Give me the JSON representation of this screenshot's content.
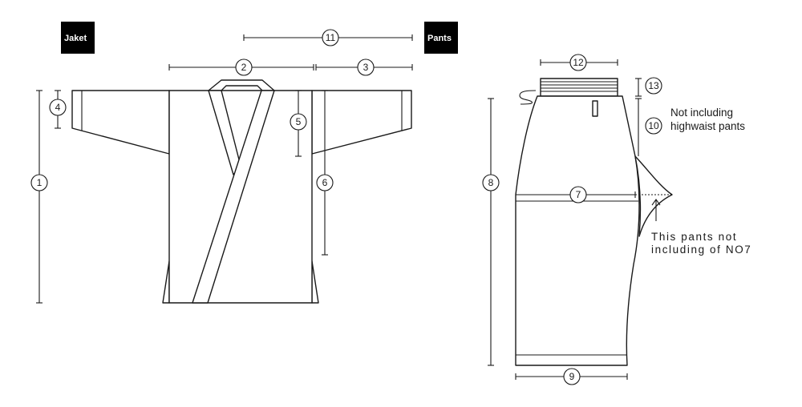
{
  "labels": {
    "jacket": "Jaket",
    "pants": "Pants"
  },
  "measurements": [
    "1",
    "2",
    "3",
    "4",
    "5",
    "6",
    "7",
    "8",
    "9",
    "10",
    "11",
    "12",
    "13"
  ],
  "notes": {
    "highwaist_line1": "Not including",
    "highwaist_line2": "highwaist pants",
    "no7_line1": "This pants not",
    "no7_line2": "including of NO7"
  },
  "colors": {
    "ink": "#1a1a1a",
    "badge": "#000000",
    "badge_text": "#ffffff"
  }
}
